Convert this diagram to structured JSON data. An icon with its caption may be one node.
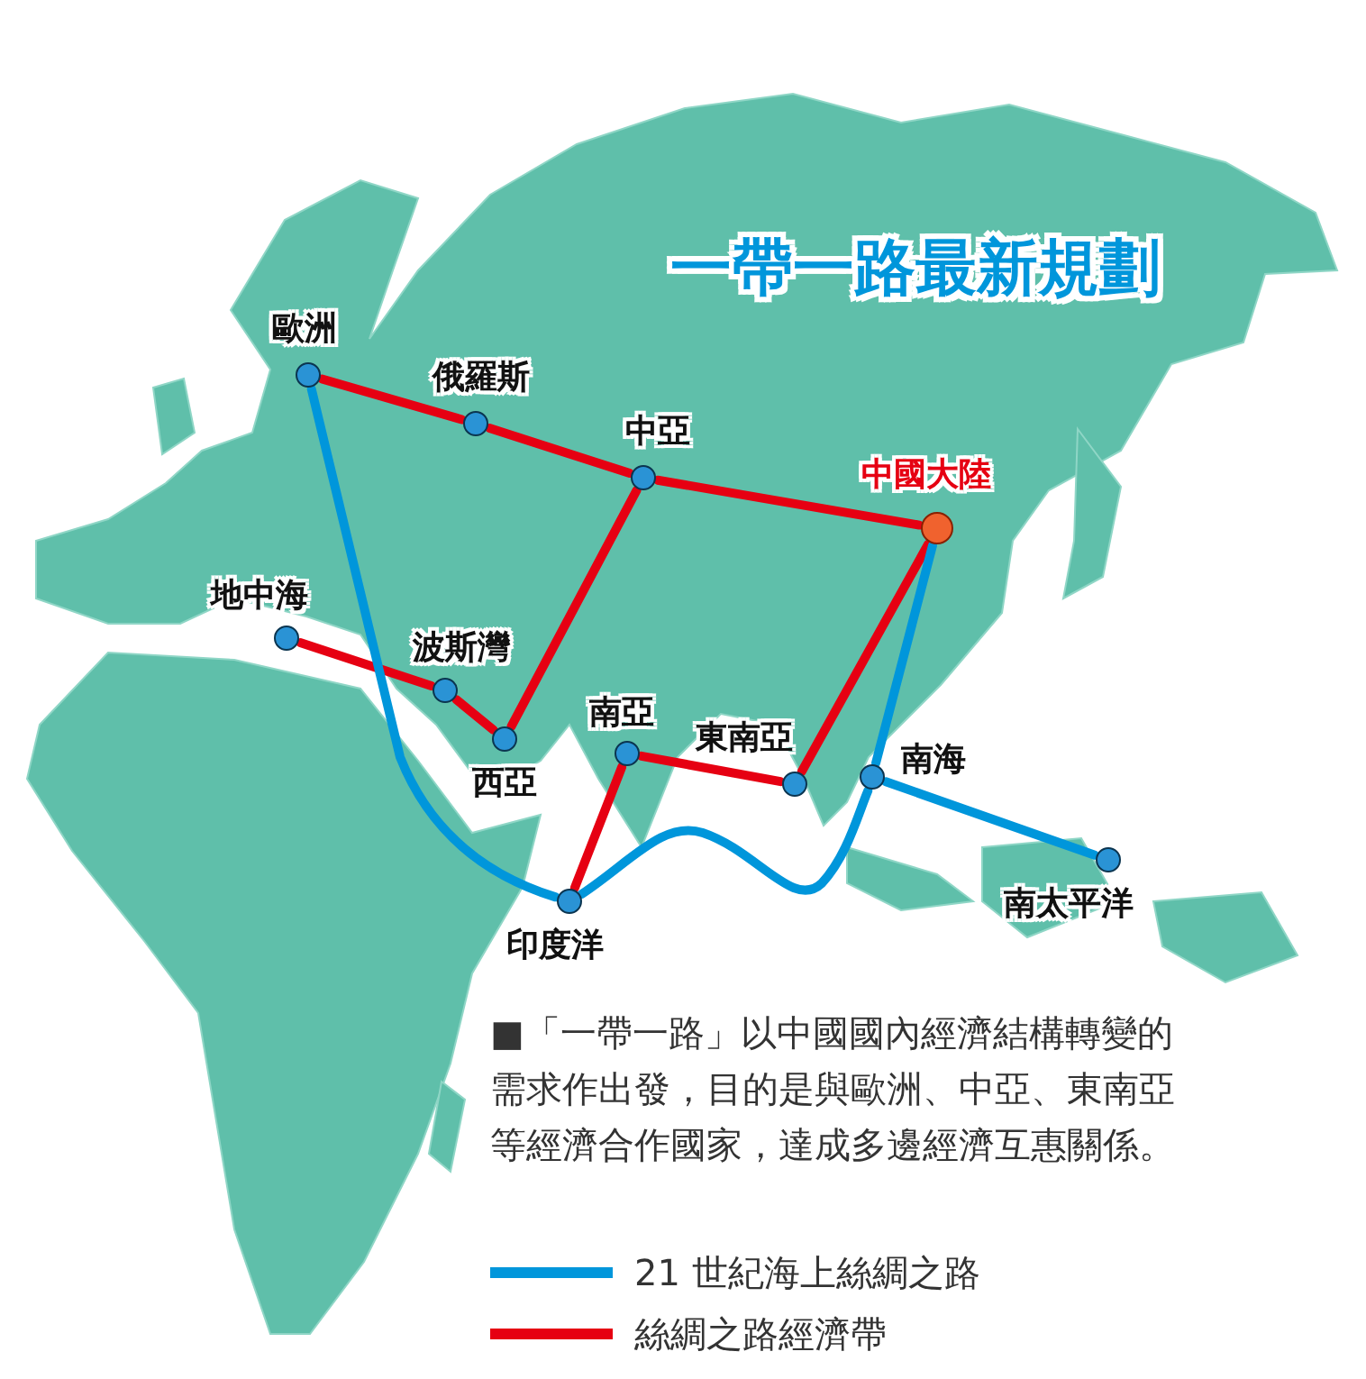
{
  "diagram": {
    "title": "一帶一路最新規劃",
    "nodes": [
      {
        "text": [
          "歐洲"
        ]
      },
      {
        "text": [
          "俄羅斯"
        ]
      },
      {
        "text": [
          "中亞"
        ]
      },
      {
        "text": [
          "中國大陸"
        ]
      },
      {
        "text": [
          "地中海"
        ]
      },
      {
        "text": [
          "波斯灣"
        ]
      },
      {
        "text": [
          "西亞"
        ]
      },
      {
        "text": [
          "南亞"
        ]
      },
      {
        "text": [
          "東南亞"
        ]
      },
      {
        "text": [
          "南海"
        ]
      },
      {
        "text": [
          "印度洋"
        ]
      },
      {
        "text": [
          "南太平洋"
        ]
      }
    ],
    "edges": [
      {
        "from": 0,
        "to": 1,
        "arrow": "none"
      },
      {
        "from": 1,
        "to": 2,
        "arrow": "none"
      },
      {
        "from": 2,
        "to": 3,
        "arrow": "none"
      },
      {
        "from": 2,
        "to": 6,
        "arrow": "none"
      },
      {
        "from": 6,
        "to": 5,
        "arrow": "none"
      },
      {
        "from": 5,
        "to": 4,
        "arrow": "none"
      },
      {
        "from": 3,
        "to": 8,
        "arrow": "none"
      },
      {
        "from": 8,
        "to": 7,
        "arrow": "none"
      },
      {
        "from": 7,
        "to": 10,
        "arrow": "none"
      },
      {
        "from": 0,
        "to": 10,
        "arrow": "none",
        "color": "#0096db"
      },
      {
        "from": 10,
        "to": 9,
        "arrow": "none",
        "color": "#0096db"
      },
      {
        "from": 9,
        "to": 3,
        "arrow": "none",
        "color": "#0096db"
      },
      {
        "from": 9,
        "to": 11,
        "arrow": "none",
        "color": "#0096db"
      }
    ],
    "labels": [
      "■「一帶一路」以中國國內經濟結構轉變的需求作出發，目的是與歐洲、中亞、東南亞等經濟合作國家，達成多邊經濟互惠關係。"
    ],
    "legend": [
      {
        "text": "21 世紀海上絲綢之路"
      },
      {
        "text": "絲綢之路經濟帶"
      }
    ]
  }
}
